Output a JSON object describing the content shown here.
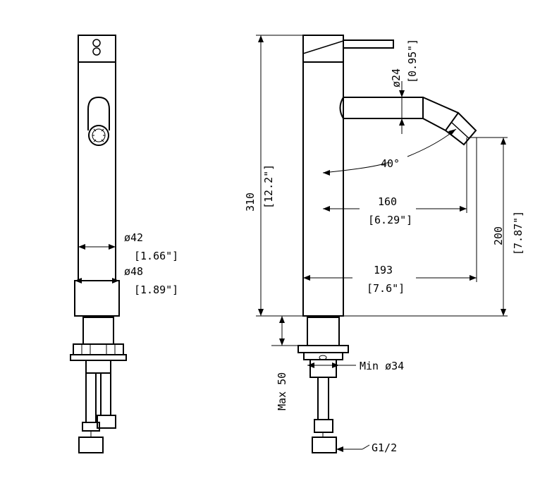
{
  "dimensions": {
    "d42_mm": "ø42",
    "d42_in": "[1.66\"]",
    "d48_mm": "ø48",
    "d48_in": "[1.89\"]",
    "d24_mm": "ø24",
    "d24_in": "[0.95\"]",
    "h310_mm": "310",
    "h310_in": "[12.2\"]",
    "angle": "40°",
    "w160_mm": "160",
    "w160_in": "[6.29\"]",
    "w193_mm": "193",
    "w193_in": "[7.6\"]",
    "h200_mm": "200",
    "h200_in": "[7.87\"]",
    "max50": "Max 50",
    "min34": "Min ø34",
    "thread": "G1/2"
  }
}
